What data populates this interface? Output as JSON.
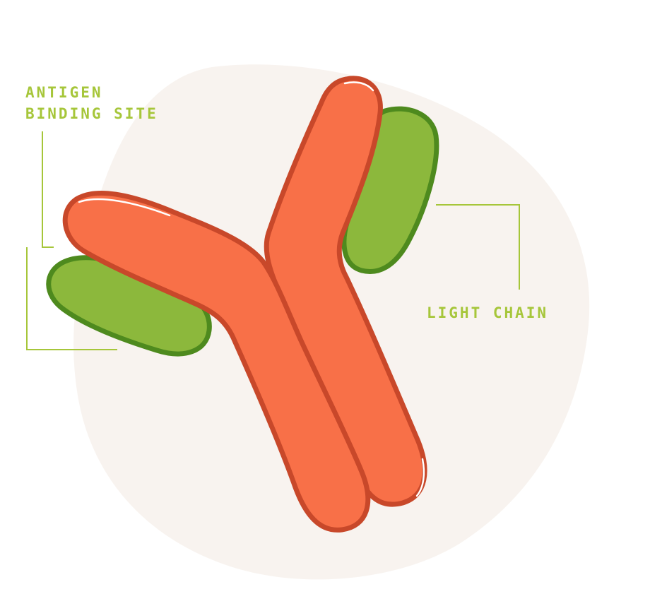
{
  "labels": {
    "antigen_binding_site": {
      "line1": "ANTIGEN",
      "line2": "BINDING SITE"
    },
    "light_chain": "LIGHT CHAIN"
  },
  "colors": {
    "background_blob": "#f8f3ef",
    "heavy_chain_fill": "#f87048",
    "heavy_chain_outline": "#c8482a",
    "light_chain_fill": "#8cb83c",
    "light_chain_outline": "#4e8a1e",
    "label_text": "#a6c63a",
    "leader_line": "#a6c63a",
    "highlight": "#ffffff"
  }
}
